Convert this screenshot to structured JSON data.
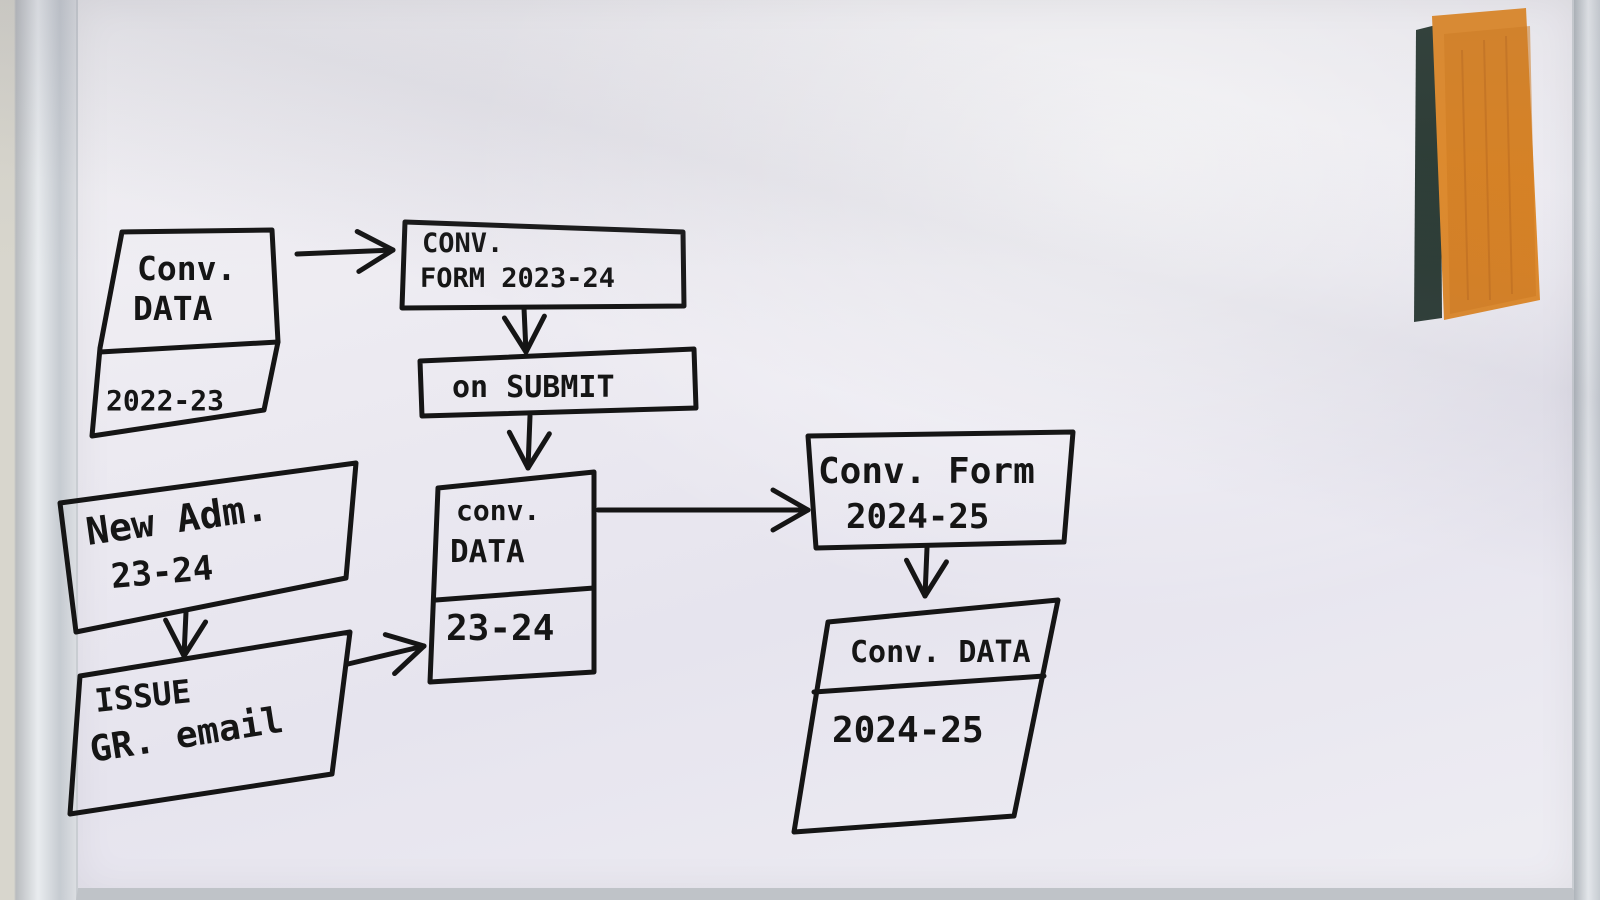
{
  "boxes": {
    "conv_data_2022": {
      "title_line1": "Conv.",
      "title_line2": "DATA",
      "year": "2022-23"
    },
    "conv_form_2023": {
      "line1": "CONV.",
      "line2": "FORM 2023-24"
    },
    "on_submit": {
      "label": "on SUBMIT"
    },
    "new_adm": {
      "line1": "New Adm.",
      "line2": "23-24"
    },
    "issue_email": {
      "line1": "ISSUE",
      "line2": "GR. email"
    },
    "conv_data_2324": {
      "title_line1": "conv.",
      "title_line2": "DATA",
      "year": "23-24"
    },
    "conv_form_2024": {
      "line1": "Conv. Form",
      "line2": "2024-25"
    },
    "conv_data_2425": {
      "title": "Conv. DATA",
      "year": "2024-25"
    }
  },
  "colors": {
    "ink": "#151515",
    "board": "#eceaf1",
    "eraser": "#e08a2a"
  },
  "icons": {
    "eraser": "whiteboard-eraser"
  }
}
